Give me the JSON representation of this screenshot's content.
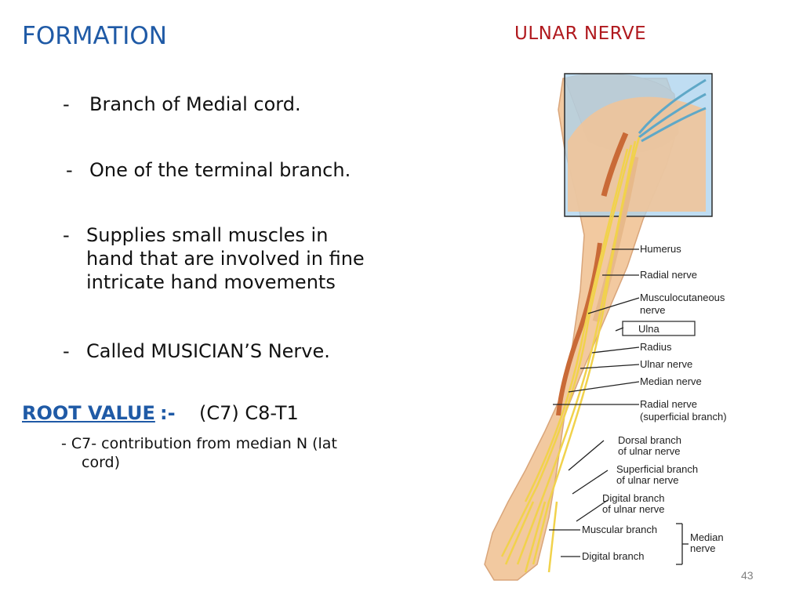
{
  "slide": {
    "title": "FORMATION",
    "right_title": "ULNAR NERVE",
    "bullets": [
      {
        "dash": "-",
        "text": "Branch of Medial cord."
      },
      {
        "dash": "-",
        "text": "One of the terminal branch."
      },
      {
        "dash": "-",
        "lines": [
          "Supplies small muscles in",
          "hand  that are involved in fine",
          "intricate hand movements"
        ]
      },
      {
        "dash": "-",
        "text": "Called MUSICIAN’S Nerve."
      }
    ],
    "root": {
      "label": "ROOT VALUE",
      "sep": ":-",
      "value": "(C7) C8-T1",
      "sub_lines": [
        "- C7- contribution from  median N (lat",
        "cord)"
      ]
    },
    "page_number": "43"
  },
  "diagram": {
    "labels": {
      "humerus": "Humerus",
      "radial_nerve": "Radial nerve",
      "musculocutaneous_1": "Musculocutaneous",
      "musculocutaneous_2": "nerve",
      "ulna": "Ulna",
      "radius": "Radius",
      "ulnar_nerve": "Ulnar nerve",
      "median_nerve": "Median nerve",
      "radial_sup_1": "Radial nerve",
      "radial_sup_2": "(superficial branch)",
      "dorsal_1": "Dorsal branch",
      "dorsal_2": "of ulnar nerve",
      "superficial_1": "Superficial branch",
      "superficial_2": "of ulnar nerve",
      "digital_ulnar_1": "Digital branch",
      "digital_ulnar_2": "of ulnar nerve",
      "muscular_branch": "Muscular branch",
      "digital_branch": "Digital branch",
      "median_group_1": "Median",
      "median_group_2": "nerve"
    },
    "colors": {
      "skin": "#f2c9a0",
      "inset_blue": "#a9d2ee",
      "nerve": "#f1d24c",
      "bone": "#e7b98a",
      "muscle": "#c96a37"
    }
  }
}
